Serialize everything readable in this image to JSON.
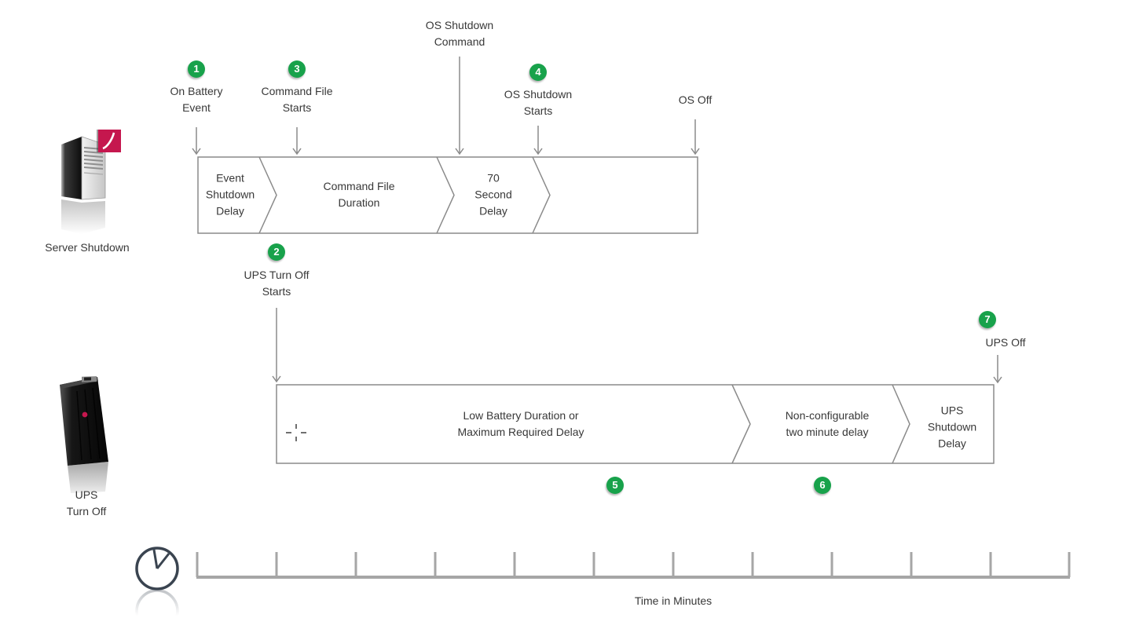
{
  "colors": {
    "badge_green": "#18a24b",
    "bar_outline_gray": "#8a8a8a",
    "axis_gray": "#a6a6a6",
    "text": "#383838",
    "logo_red": "#c5174e",
    "clock_dark": "#3a4450"
  },
  "server_timeline": {
    "icon_caption": "Server Shutdown",
    "markers": [
      {
        "id": "1",
        "label": "On Battery\nEvent"
      },
      {
        "id": "3",
        "label": "Command File\nStarts"
      },
      {
        "id": "",
        "label": "OS Shutdown\nCommand"
      },
      {
        "id": "4",
        "label": "OS Shutdown\nStarts"
      },
      {
        "id": "",
        "label": "OS Off"
      }
    ],
    "segments": [
      {
        "label": "Event\nShutdown\nDelay"
      },
      {
        "label": "Command File\nDuration"
      },
      {
        "label": "70\nSecond\nDelay"
      },
      {
        "label": ""
      }
    ],
    "marker_below": {
      "id": "2",
      "label": "UPS Turn Off\nStarts"
    }
  },
  "ups_timeline": {
    "icon_caption": "UPS\nTurn Off",
    "segments": [
      {
        "label": "Low Battery Duration or\nMaximum Required Delay",
        "badge": "5"
      },
      {
        "label": "Non-configurable\ntwo minute delay",
        "badge": "6"
      },
      {
        "label": "UPS\nShutdown\nDelay"
      }
    ],
    "marker_above": {
      "id": "7",
      "label": "UPS Off"
    }
  },
  "axis": {
    "label": "Time in Minutes"
  }
}
